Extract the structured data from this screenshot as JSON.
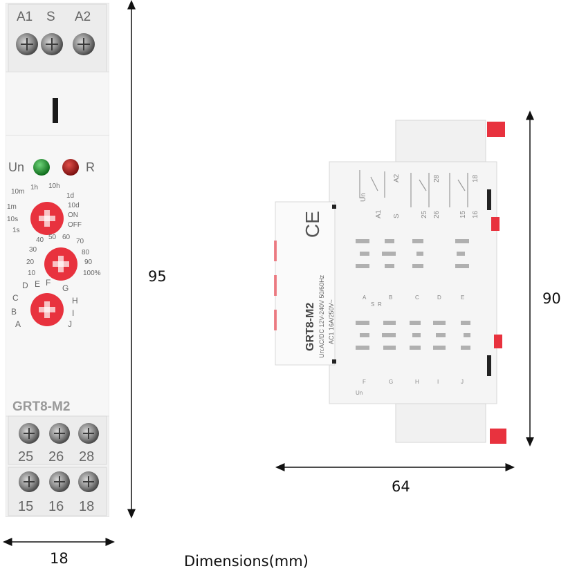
{
  "front_view": {
    "top_terminals": [
      "A1",
      "S",
      "A2"
    ],
    "leds": [
      {
        "label": "Un",
        "color": "#1a8a2a"
      },
      {
        "label": "R",
        "color": "#b01818"
      }
    ],
    "dial1_labels": [
      "10m",
      "1h",
      "10h",
      "1d",
      "10d",
      "ON",
      "OFF",
      "1s",
      "10s",
      "1m"
    ],
    "dial2_labels": [
      "40",
      "50",
      "60",
      "70",
      "80",
      "90",
      "100%",
      "30",
      "20",
      "10"
    ],
    "dial3_labels": [
      "D",
      "E",
      "F",
      "G",
      "H",
      "I",
      "J",
      "C",
      "B",
      "A"
    ],
    "model": "GRT8-M2",
    "bottom_terminals_row1": [
      "25",
      "26",
      "28"
    ],
    "bottom_terminals_row2": [
      "15",
      "16",
      "18"
    ],
    "accent_color": "#e8323e"
  },
  "side_view": {
    "model": "GRT8-M2",
    "spec_lines": [
      "Un:AC/DC 12V-240V 50/60Hz",
      "AC1 16A/250V~"
    ],
    "ce_mark": "CE",
    "diagram_labels_top": [
      "A2",
      "28",
      "18",
      "S",
      "A1",
      "25",
      "26",
      "15",
      "16",
      "Un"
    ],
    "diagram_labels_bottom": [
      "A",
      "B",
      "C",
      "D",
      "E",
      "F",
      "G",
      "H",
      "I",
      "J",
      "S",
      "R",
      "Un"
    ]
  },
  "dimensions": {
    "front_height": "95",
    "front_width": "18",
    "side_height": "90",
    "side_width": "64"
  },
  "caption": "Dimensions(mm)"
}
